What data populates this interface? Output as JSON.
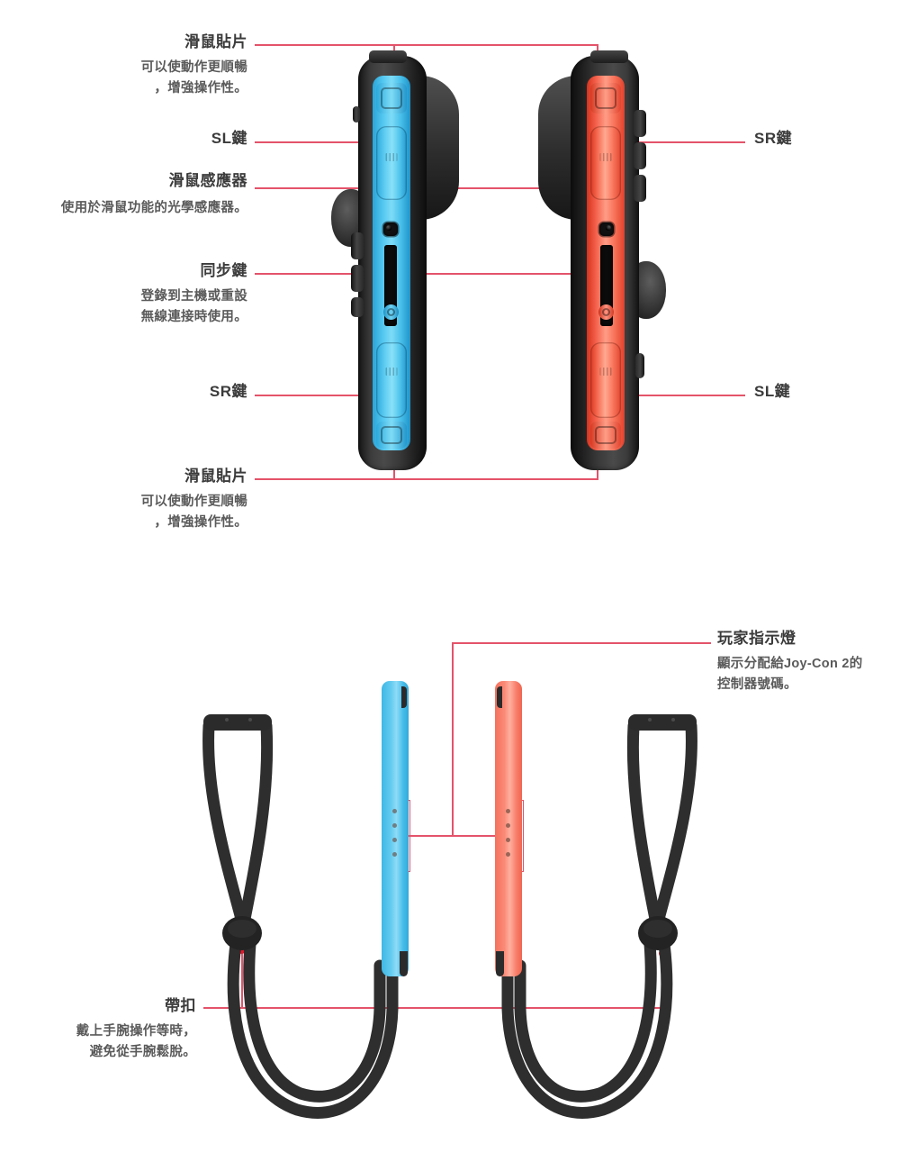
{
  "page": {
    "accent_line_color": "#e4536a",
    "dot_color": "#e8172b",
    "blue_color": "#55c8f0",
    "red_color": "#f9755c",
    "text_color": "#4a4a4a"
  },
  "top_section": {
    "left_callouts": [
      {
        "id": "mouse-pad-top",
        "title": "滑鼠貼片",
        "desc_line1": "可以使動作更順暢",
        "desc_line2": "，增強操作性。"
      },
      {
        "id": "sl-button",
        "title": "SL鍵",
        "desc_line1": "",
        "desc_line2": ""
      },
      {
        "id": "mouse-sensor",
        "title": "滑鼠感應器",
        "desc_line1": "使用於滑鼠功能的光學感應器。",
        "desc_line2": ""
      },
      {
        "id": "sync-button",
        "title": "同步鍵",
        "desc_line1": "登錄到主機或重設",
        "desc_line2": "無線連接時使用。"
      },
      {
        "id": "sr-button",
        "title": "SR鍵",
        "desc_line1": "",
        "desc_line2": ""
      },
      {
        "id": "mouse-pad-bottom",
        "title": "滑鼠貼片",
        "desc_line1": "可以使動作更順暢",
        "desc_line2": "，增強操作性。"
      }
    ],
    "right_callouts": [
      {
        "id": "sr-button-right",
        "title": "SR鍵"
      },
      {
        "id": "sl-button-right",
        "title": "SL鍵"
      }
    ]
  },
  "bottom_section": {
    "player_light": {
      "id": "player-indicator-light",
      "title": "玩家指示燈",
      "desc_line1": "顯示分配給Joy-Con 2的",
      "desc_line2": "控制器號碼。"
    },
    "buckle": {
      "id": "strap-buckle",
      "title": "帶扣",
      "desc_line1": "戴上手腕操作等時，",
      "desc_line2": "避免從手腕鬆脫。"
    }
  }
}
